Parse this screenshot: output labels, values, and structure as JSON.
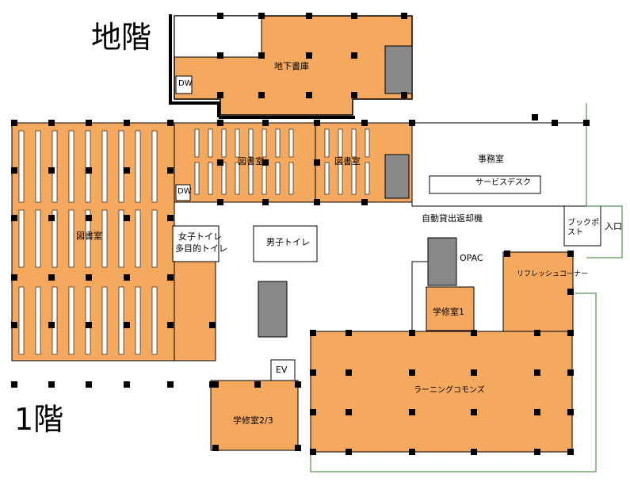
{
  "floors": {
    "basement": "地階",
    "first": "1階"
  },
  "rooms": {
    "underground_stacks": "地下書庫",
    "library_room": "図書室",
    "office": "事務室",
    "service_desk": "サービスデスク",
    "self_checkout": "自動貸出返却機",
    "book_post": "ブックポスト",
    "entrance": "入口",
    "womens_toilet": "女子トイレ",
    "multipurpose_toilet": "多目的トイレ",
    "mens_toilet": "男子トイレ",
    "opac": "OPAC",
    "refresh_corner": "リフレッシュコーナー",
    "study_room_1": "学修室1",
    "study_room_23": "学修室2/3",
    "learning_commons": "ラーニングコモンズ",
    "ev": "EV",
    "dw": "DW"
  },
  "colors": {
    "room_fill": "#f5a95f",
    "wall": "#000000",
    "column": "#000000",
    "shelf": "#ffffff",
    "outline_green": "#2f7a2f"
  }
}
